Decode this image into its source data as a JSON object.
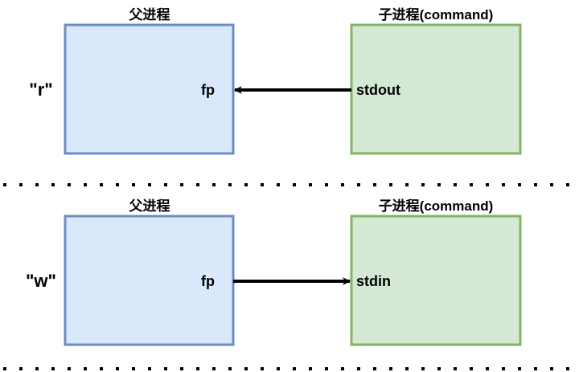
{
  "colors": {
    "parent_fill": "#dae8fc",
    "parent_stroke": "#6c8ebf",
    "child_fill": "#d5e8d4",
    "child_stroke": "#82b366",
    "arrow": "#000000",
    "separator": "#000000"
  },
  "panels": [
    {
      "mode": "\"r\"",
      "parent_title": "父进程",
      "child_title": "子进程(command)",
      "parent_label": "fp",
      "child_label": "stdout",
      "arrow_direction": "child-to-parent"
    },
    {
      "mode": "\"w\"",
      "parent_title": "父进程",
      "child_title": "子进程(command)",
      "parent_label": "fp",
      "child_label": "stdin",
      "arrow_direction": "parent-to-child"
    }
  ]
}
